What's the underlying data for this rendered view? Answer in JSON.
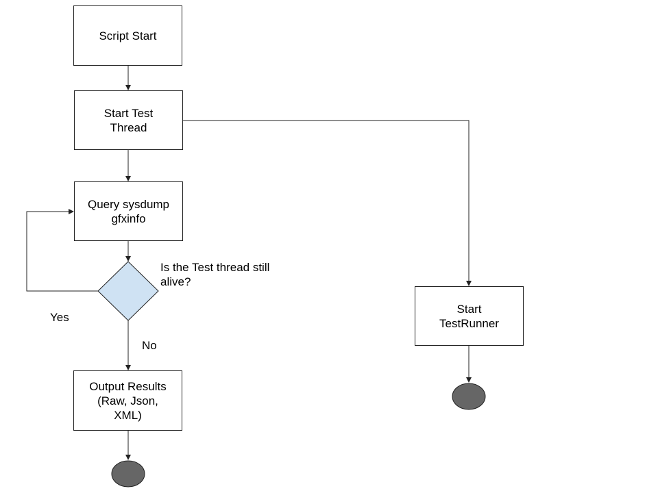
{
  "nodes": {
    "script_start": {
      "lines": [
        "Script Start"
      ]
    },
    "start_test_thread": {
      "lines": [
        "Start Test",
        "Thread"
      ]
    },
    "query_sysdump": {
      "lines": [
        "Query sysdump",
        "gfxinfo"
      ]
    },
    "decision": {
      "question_lines": [
        "Is the Test thread still",
        "alive?"
      ]
    },
    "output_results": {
      "lines": [
        "Output Results",
        "(Raw, Json,",
        "XML)"
      ]
    },
    "start_testrunner": {
      "lines": [
        "Start",
        "TestRunner"
      ]
    }
  },
  "edge_labels": {
    "yes": "Yes",
    "no": "No"
  },
  "colors": {
    "decision_fill": "#cfe2f3",
    "terminal_fill": "#666666",
    "stroke": "#222222"
  }
}
